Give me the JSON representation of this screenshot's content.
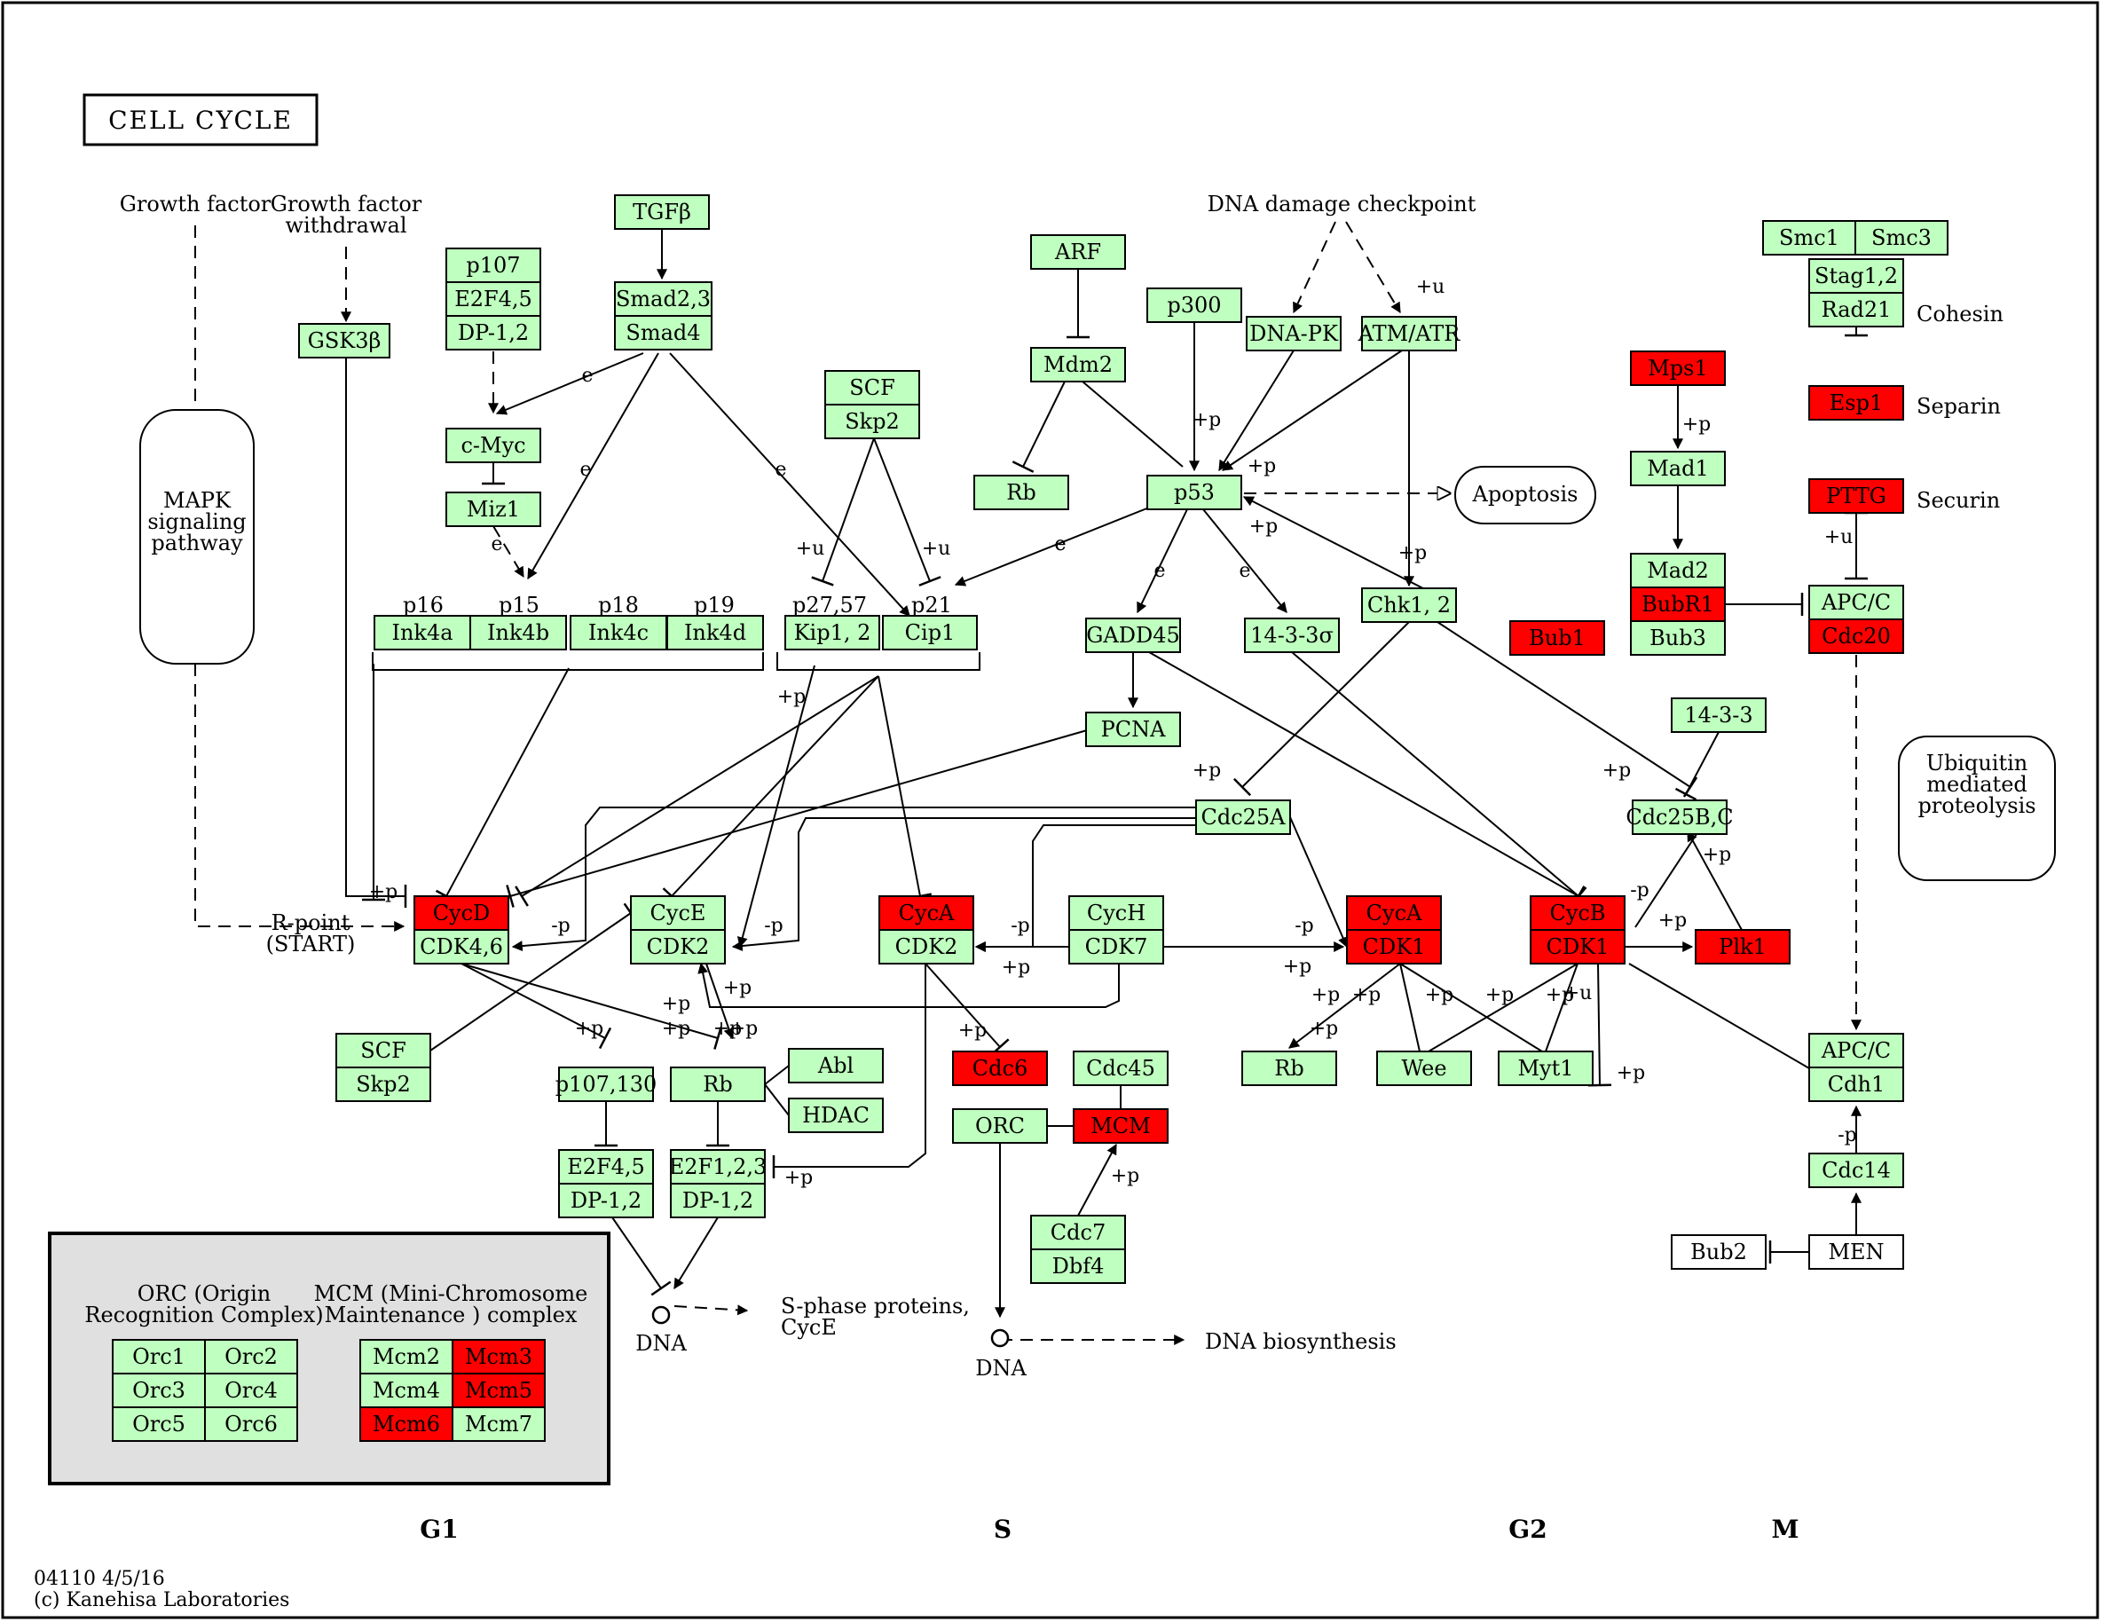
{
  "title": "CELL CYCLE",
  "colors": {
    "node_default": "#bfffbf",
    "node_highlight": "#ff0000",
    "node_plain": "#ffffff",
    "border": "#000000",
    "legend_bg": "#e0e0e0"
  },
  "nodes": [
    {
      "id": "gsk3b",
      "label": "GSK3β",
      "state": "default"
    },
    {
      "id": "p107_a",
      "label": "p107",
      "state": "default"
    },
    {
      "id": "e2f45_a",
      "label": "E2F4,5",
      "state": "default"
    },
    {
      "id": "dp12_a",
      "label": "DP-1,2",
      "state": "default"
    },
    {
      "id": "tgfb",
      "label": "TGFβ",
      "state": "default"
    },
    {
      "id": "smad23",
      "label": "Smad2,3",
      "state": "default"
    },
    {
      "id": "smad4",
      "label": "Smad4",
      "state": "default"
    },
    {
      "id": "cmyc",
      "label": "c-Myc",
      "state": "default"
    },
    {
      "id": "miz1",
      "label": "Miz1",
      "state": "default"
    },
    {
      "id": "scf_a",
      "label": "SCF",
      "state": "default"
    },
    {
      "id": "skp2_a",
      "label": "Skp2",
      "state": "default"
    },
    {
      "id": "arf",
      "label": "ARF",
      "state": "default"
    },
    {
      "id": "mdm2",
      "label": "Mdm2",
      "state": "default"
    },
    {
      "id": "rb_a",
      "label": "Rb",
      "state": "default"
    },
    {
      "id": "p300",
      "label": "p300",
      "state": "default"
    },
    {
      "id": "dnapk",
      "label": "DNA-PK",
      "state": "default"
    },
    {
      "id": "atmatr",
      "label": "ATM/ATR",
      "state": "default"
    },
    {
      "id": "p53",
      "label": "p53",
      "state": "default"
    },
    {
      "id": "ink4a",
      "label": "Ink4a",
      "state": "default"
    },
    {
      "id": "ink4b",
      "label": "Ink4b",
      "state": "default"
    },
    {
      "id": "ink4c",
      "label": "Ink4c",
      "state": "default"
    },
    {
      "id": "ink4d",
      "label": "Ink4d",
      "state": "default"
    },
    {
      "id": "kip12",
      "label": "Kip1, 2",
      "state": "default"
    },
    {
      "id": "cip1",
      "label": "Cip1",
      "state": "default"
    },
    {
      "id": "gadd45",
      "label": "GADD45",
      "state": "default"
    },
    {
      "id": "s14333s",
      "label": "14-3-3σ",
      "state": "default"
    },
    {
      "id": "chk12",
      "label": "Chk1, 2",
      "state": "default"
    },
    {
      "id": "pcna",
      "label": "PCNA",
      "state": "default"
    },
    {
      "id": "cdc25a",
      "label": "Cdc25A",
      "state": "default"
    },
    {
      "id": "s1433",
      "label": "14-3-3",
      "state": "default"
    },
    {
      "id": "cdc25bc",
      "label": "Cdc25B,C",
      "state": "default"
    },
    {
      "id": "smc1",
      "label": "Smc1",
      "state": "default"
    },
    {
      "id": "smc3",
      "label": "Smc3",
      "state": "default"
    },
    {
      "id": "stag12",
      "label": "Stag1,2",
      "state": "default"
    },
    {
      "id": "rad21",
      "label": "Rad21",
      "state": "default"
    },
    {
      "id": "mps1",
      "label": "Mps1",
      "state": "highlight"
    },
    {
      "id": "esp1",
      "label": "Esp1",
      "state": "highlight"
    },
    {
      "id": "mad1",
      "label": "Mad1",
      "state": "default"
    },
    {
      "id": "pttg",
      "label": "PTTG",
      "state": "highlight"
    },
    {
      "id": "mad2",
      "label": "Mad2",
      "state": "default"
    },
    {
      "id": "bubr1",
      "label": "BubR1",
      "state": "highlight"
    },
    {
      "id": "bub3",
      "label": "Bub3",
      "state": "default"
    },
    {
      "id": "bub1",
      "label": "Bub1",
      "state": "highlight"
    },
    {
      "id": "apcc_a",
      "label": "APC/C",
      "state": "default"
    },
    {
      "id": "cdc20",
      "label": "Cdc20",
      "state": "highlight"
    },
    {
      "id": "cycd",
      "label": "CycD",
      "state": "highlight"
    },
    {
      "id": "cdk46",
      "label": "CDK4,6",
      "state": "default"
    },
    {
      "id": "cyce",
      "label": "CycE",
      "state": "default"
    },
    {
      "id": "cdk2_a",
      "label": "CDK2",
      "state": "default"
    },
    {
      "id": "cyca_a",
      "label": "CycA",
      "state": "highlight"
    },
    {
      "id": "cdk2_b",
      "label": "CDK2",
      "state": "default"
    },
    {
      "id": "cych",
      "label": "CycH",
      "state": "default"
    },
    {
      "id": "cdk7",
      "label": "CDK7",
      "state": "default"
    },
    {
      "id": "cyca_b",
      "label": "CycA",
      "state": "highlight"
    },
    {
      "id": "cdk1_a",
      "label": "CDK1",
      "state": "highlight"
    },
    {
      "id": "cycb",
      "label": "CycB",
      "state": "highlight"
    },
    {
      "id": "cdk1_b",
      "label": "CDK1",
      "state": "highlight"
    },
    {
      "id": "plk1",
      "label": "Plk1",
      "state": "highlight"
    },
    {
      "id": "scf_b",
      "label": "SCF",
      "state": "default"
    },
    {
      "id": "skp2_b",
      "label": "Skp2",
      "state": "default"
    },
    {
      "id": "p107130",
      "label": "p107,130",
      "state": "default"
    },
    {
      "id": "rb_b",
      "label": "Rb",
      "state": "default"
    },
    {
      "id": "abl",
      "label": "Abl",
      "state": "default"
    },
    {
      "id": "hdac",
      "label": "HDAC",
      "state": "default"
    },
    {
      "id": "cdc6",
      "label": "Cdc6",
      "state": "highlight"
    },
    {
      "id": "cdc45",
      "label": "Cdc45",
      "state": "default"
    },
    {
      "id": "orc",
      "label": "ORC",
      "state": "default"
    },
    {
      "id": "mcm",
      "label": "MCM",
      "state": "highlight"
    },
    {
      "id": "rb_c",
      "label": "Rb",
      "state": "default"
    },
    {
      "id": "wee",
      "label": "Wee",
      "state": "default"
    },
    {
      "id": "myt1",
      "label": "Myt1",
      "state": "default"
    },
    {
      "id": "apcc_b",
      "label": "APC/C",
      "state": "default"
    },
    {
      "id": "cdh1",
      "label": "Cdh1",
      "state": "default"
    },
    {
      "id": "e2f45_b",
      "label": "E2F4,5",
      "state": "default"
    },
    {
      "id": "dp12_b",
      "label": "DP-1,2",
      "state": "default"
    },
    {
      "id": "e2f123",
      "label": "E2F1,2,3",
      "state": "default"
    },
    {
      "id": "dp12_c",
      "label": "DP-1,2",
      "state": "default"
    },
    {
      "id": "cdc7",
      "label": "Cdc7",
      "state": "default"
    },
    {
      "id": "dbf4",
      "label": "Dbf4",
      "state": "default"
    },
    {
      "id": "cdc14",
      "label": "Cdc14",
      "state": "default"
    },
    {
      "id": "bub2",
      "label": "Bub2",
      "state": "plain"
    },
    {
      "id": "men",
      "label": "MEN",
      "state": "plain"
    },
    {
      "id": "orc1",
      "label": "Orc1",
      "state": "default"
    },
    {
      "id": "orc2",
      "label": "Orc2",
      "state": "default"
    },
    {
      "id": "orc3",
      "label": "Orc3",
      "state": "default"
    },
    {
      "id": "orc4",
      "label": "Orc4",
      "state": "default"
    },
    {
      "id": "orc5",
      "label": "Orc5",
      "state": "default"
    },
    {
      "id": "orc6",
      "label": "Orc6",
      "state": "default"
    },
    {
      "id": "mcm2",
      "label": "Mcm2",
      "state": "default"
    },
    {
      "id": "mcm3",
      "label": "Mcm3",
      "state": "highlight"
    },
    {
      "id": "mcm4",
      "label": "Mcm4",
      "state": "default"
    },
    {
      "id": "mcm5",
      "label": "Mcm5",
      "state": "highlight"
    },
    {
      "id": "mcm6",
      "label": "Mcm6",
      "state": "highlight"
    },
    {
      "id": "mcm7",
      "label": "Mcm7",
      "state": "default"
    }
  ],
  "texts": [
    {
      "id": "growth_factor",
      "lines": [
        "Growth factor"
      ]
    },
    {
      "id": "growth_factor_withdrawal",
      "lines": [
        "Growth factor",
        "withdrawal"
      ]
    },
    {
      "id": "dna_damage_checkpoint",
      "lines": [
        "DNA damage checkpoint"
      ]
    },
    {
      "id": "cohesin",
      "lines": [
        "Cohesin"
      ]
    },
    {
      "id": "separin",
      "lines": [
        "Separin"
      ]
    },
    {
      "id": "securin",
      "lines": [
        "Securin"
      ]
    },
    {
      "id": "rpoint",
      "lines": [
        "R-point",
        "(START)"
      ]
    },
    {
      "id": "p16",
      "lines": [
        "p16"
      ]
    },
    {
      "id": "p15",
      "lines": [
        "p15"
      ]
    },
    {
      "id": "p18",
      "lines": [
        "p18"
      ]
    },
    {
      "id": "p19",
      "lines": [
        "p19"
      ]
    },
    {
      "id": "p2757",
      "lines": [
        "p27,57"
      ]
    },
    {
      "id": "p21",
      "lines": [
        "p21"
      ]
    },
    {
      "id": "sphase",
      "lines": [
        "S-phase proteins,",
        "CycE"
      ]
    },
    {
      "id": "dna1",
      "lines": [
        "DNA"
      ]
    },
    {
      "id": "dna2",
      "lines": [
        "DNA"
      ]
    },
    {
      "id": "dna_biosynthesis",
      "lines": [
        "DNA biosynthesis"
      ]
    },
    {
      "id": "orc_legend",
      "lines": [
        "ORC (Origin",
        "Recognition Complex)"
      ]
    },
    {
      "id": "mcm_legend",
      "lines": [
        "MCM (Mini-Chromosome",
        "Maintenance ) complex"
      ]
    }
  ],
  "rounded": [
    {
      "id": "mapk",
      "lines": [
        "MAPK",
        "signaling",
        "pathway"
      ]
    },
    {
      "id": "apoptosis",
      "lines": [
        "Apoptosis"
      ]
    },
    {
      "id": "ubiquitin",
      "lines": [
        "Ubiquitin",
        "mediated",
        "proteolysis"
      ]
    }
  ],
  "phases": [
    {
      "id": "g1",
      "label": "G1"
    },
    {
      "id": "s",
      "label": "S"
    },
    {
      "id": "g2",
      "label": "G2"
    },
    {
      "id": "m",
      "label": "M"
    }
  ],
  "edge_labels": [
    {
      "id": "e1",
      "text": "e"
    },
    {
      "id": "e2",
      "text": "e"
    },
    {
      "id": "e3",
      "text": "e"
    },
    {
      "id": "e4",
      "text": "e"
    },
    {
      "id": "e5",
      "text": "e"
    },
    {
      "id": "e6",
      "text": "e"
    },
    {
      "id": "e7",
      "text": "e"
    },
    {
      "id": "e8",
      "text": "e"
    },
    {
      "id": "pu1",
      "text": "+u"
    },
    {
      "id": "pu2",
      "text": "+u"
    },
    {
      "id": "pu3",
      "text": "+u"
    },
    {
      "id": "pu4",
      "text": "+u"
    },
    {
      "id": "pu5",
      "text": "+u"
    },
    {
      "id": "pp1",
      "text": "+p"
    },
    {
      "id": "pp2",
      "text": "+p"
    },
    {
      "id": "pp3",
      "text": "+p"
    },
    {
      "id": "pp4",
      "text": "+p"
    },
    {
      "id": "pp5",
      "text": "+p"
    },
    {
      "id": "pp6",
      "text": "+p"
    },
    {
      "id": "pp7",
      "text": "+p"
    },
    {
      "id": "pp8",
      "text": "+p"
    },
    {
      "id": "pp9",
      "text": "+p"
    },
    {
      "id": "pp10",
      "text": "+p"
    },
    {
      "id": "pp11",
      "text": "+p"
    },
    {
      "id": "pp12",
      "text": "+p"
    },
    {
      "id": "pp13",
      "text": "+p"
    },
    {
      "id": "pp14",
      "text": "+p"
    },
    {
      "id": "pp15",
      "text": "+p"
    },
    {
      "id": "pp16",
      "text": "+p"
    },
    {
      "id": "pp17",
      "text": "+p"
    },
    {
      "id": "pp18",
      "text": "+p"
    },
    {
      "id": "pp19",
      "text": "+p"
    },
    {
      "id": "pp20",
      "text": "+p"
    },
    {
      "id": "pp21",
      "text": "+p"
    },
    {
      "id": "pp22",
      "text": "+p"
    },
    {
      "id": "pp23",
      "text": "+p"
    },
    {
      "id": "pp24",
      "text": "+p"
    },
    {
      "id": "pp25",
      "text": "+p"
    },
    {
      "id": "pp26",
      "text": "+p"
    },
    {
      "id": "pp27",
      "text": "+p"
    },
    {
      "id": "pp28",
      "text": "+p"
    },
    {
      "id": "pp29",
      "text": "+p"
    },
    {
      "id": "mp1",
      "text": "-p"
    },
    {
      "id": "mp2",
      "text": "-p"
    },
    {
      "id": "mp3",
      "text": "-p"
    },
    {
      "id": "mp4",
      "text": "-p"
    },
    {
      "id": "mp5",
      "text": "-p"
    },
    {
      "id": "mp6",
      "text": "-p"
    }
  ],
  "footer": {
    "line1": "04110 4/5/16",
    "line2": "(c) Kanehisa Laboratories"
  }
}
